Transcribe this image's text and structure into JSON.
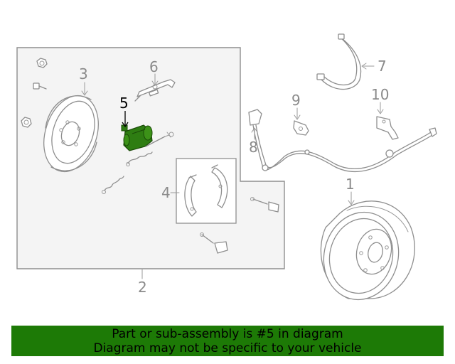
{
  "callouts": {
    "c1": "1",
    "c2": "2",
    "c3": "3",
    "c4": "4",
    "c5": "5",
    "c6": "6",
    "c7": "7",
    "c8": "8",
    "c9": "9",
    "c10": "10"
  },
  "highlight_color": "#2e7d12",
  "banner": {
    "line1": "Part or sub-assembly is #5 in diagram",
    "line2": "Diagram may not be specific to your vehicle",
    "background": "#1d7a06"
  }
}
